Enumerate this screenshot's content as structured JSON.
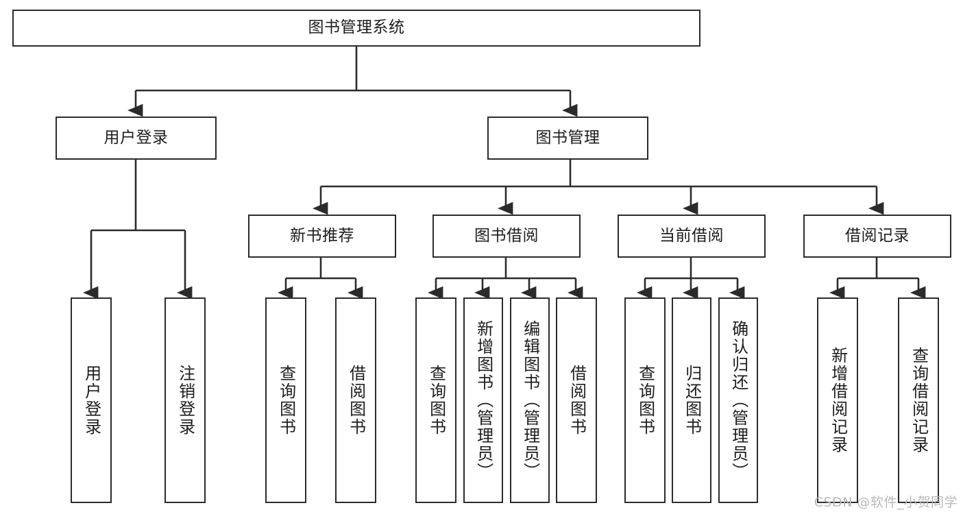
{
  "diagram": {
    "type": "tree",
    "title": "图书管理系统",
    "orientation": "top-down",
    "colors": {
      "box_border": "#2b2b2b",
      "box_fill": "#ffffff",
      "edge": "#2b2b2b",
      "text": "#1d1d1d",
      "watermark": "#b9b9b9",
      "background": "#ffffff"
    },
    "nodes": {
      "root": {
        "label": "图书管理系统"
      },
      "level2": [
        {
          "label": "用户登录"
        },
        {
          "label": "图书管理"
        }
      ],
      "level3": [
        {
          "label": "新书推荐"
        },
        {
          "label": "图书借阅"
        },
        {
          "label": "当前借阅"
        },
        {
          "label": "借阅记录"
        }
      ],
      "leaves": {
        "user_login": [
          {
            "label": "用户登录"
          },
          {
            "label": "注销登录"
          }
        ],
        "new_book_recommend": [
          {
            "label": "查询图书"
          },
          {
            "label": "借阅图书"
          }
        ],
        "book_borrow": [
          {
            "label": "查询图书"
          },
          {
            "label": "新增图书（管理员）"
          },
          {
            "label": "编辑图书（管理员）"
          },
          {
            "label": "借阅图书"
          }
        ],
        "current_borrow": [
          {
            "label": "查询图书"
          },
          {
            "label": "归还图书"
          },
          {
            "label": "确认归还（管理员）"
          }
        ],
        "borrow_record": [
          {
            "label": "新增借阅记录"
          },
          {
            "label": "查询借阅记录"
          }
        ]
      }
    }
  },
  "watermark": {
    "text": "CSDN @软件_小贺同学"
  }
}
